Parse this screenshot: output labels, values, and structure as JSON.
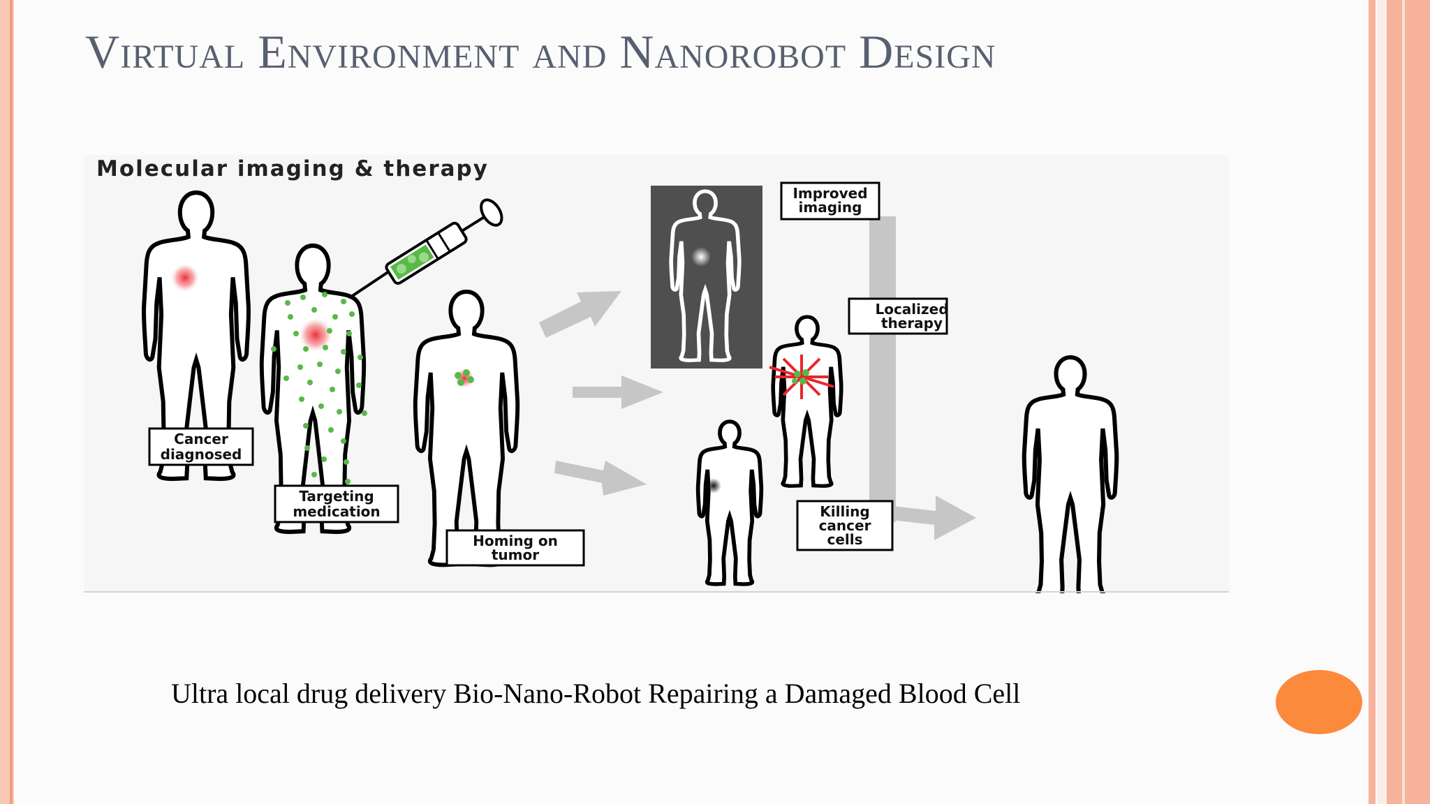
{
  "slide": {
    "title": "Virtual Environment and Nanorobot Design",
    "caption": "Ultra local drug delivery Bio-Nano-Robot Repairing a Damaged Blood Cell"
  },
  "figure": {
    "title": "Molecular imaging & therapy",
    "labels": {
      "cancer_diagnosed": [
        "Cancer",
        "diagnosed"
      ],
      "targeting_medication": [
        "Targeting",
        "medication"
      ],
      "homing_on_tumor": [
        "Homing on",
        "tumor"
      ],
      "improved_imaging": [
        "Improved",
        "imaging"
      ],
      "localized_therapy": [
        "Localized",
        "therapy"
      ],
      "killing_cancer_cells": [
        "Killing",
        "cancer",
        "cells"
      ]
    }
  },
  "colors": {
    "title": "#58606f",
    "accent_orange": "#fb8a3d",
    "stripe_salmon": "#f6b29a",
    "arrow_gray": "#c8c8c8",
    "tumor_red": "#e8262d",
    "medication_green": "#58b947"
  }
}
